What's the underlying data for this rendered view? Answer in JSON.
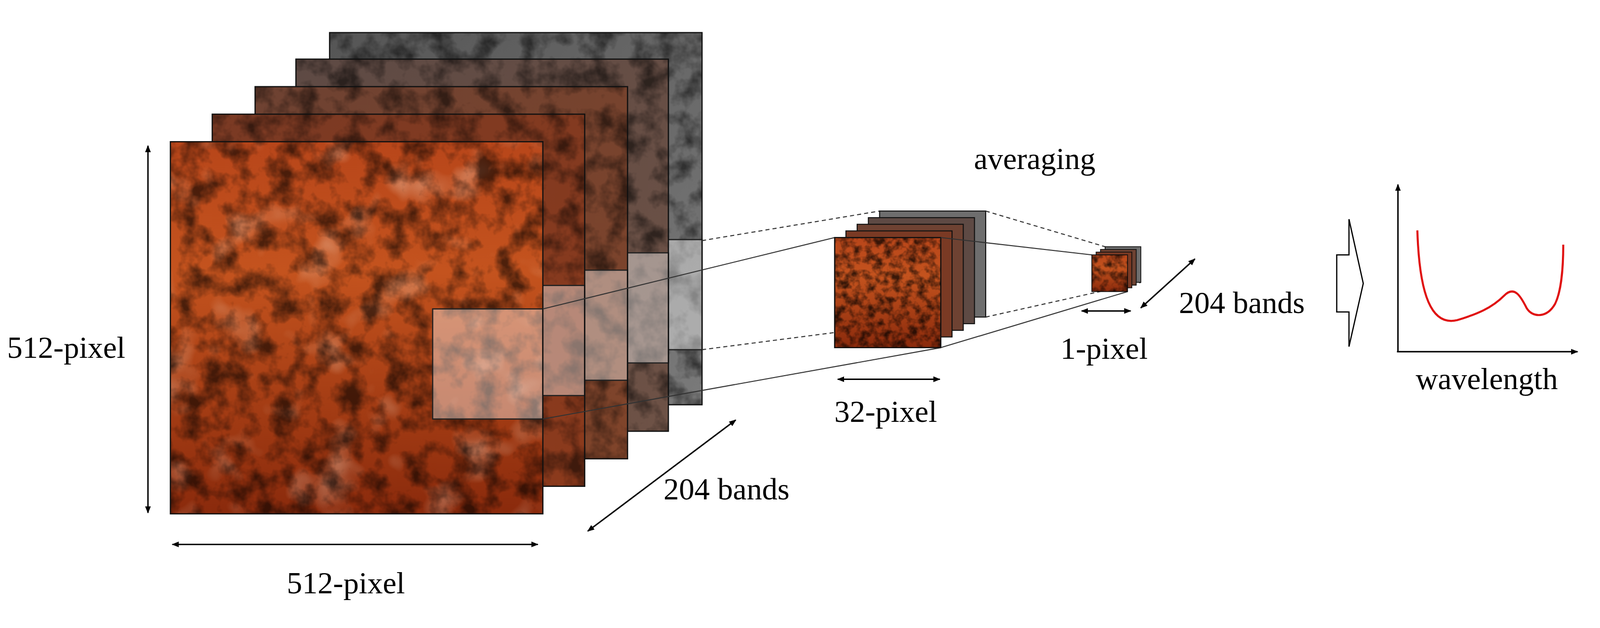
{
  "diagram": {
    "labels": [
      "averaging",
      "512-pixel",
      "512-pixel",
      "204 bands",
      "32-pixel",
      "1-pixel",
      "204 bands",
      "wavelength"
    ]
  }
}
